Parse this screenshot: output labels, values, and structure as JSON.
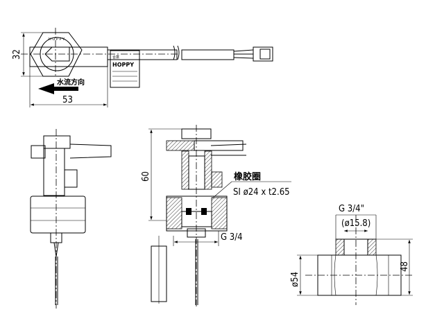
{
  "top_view": {
    "height_dim": "32",
    "width_dim": "53",
    "flow_direction_label": "水流方向",
    "label_title": "合意",
    "label_brand": "HOPPY",
    "dial_brand": "H O P P Y"
  },
  "section_view": {
    "height_dim": "60",
    "seal_name": "橡胶圈",
    "seal_spec": "SI ø24 x t2.65",
    "thread": "G 3/4"
  },
  "fitting_view": {
    "thread": "G 3/4\"",
    "inner_diameter": "(ø15.8)",
    "height_dim": "48",
    "pipe_diameter": "ø54"
  }
}
